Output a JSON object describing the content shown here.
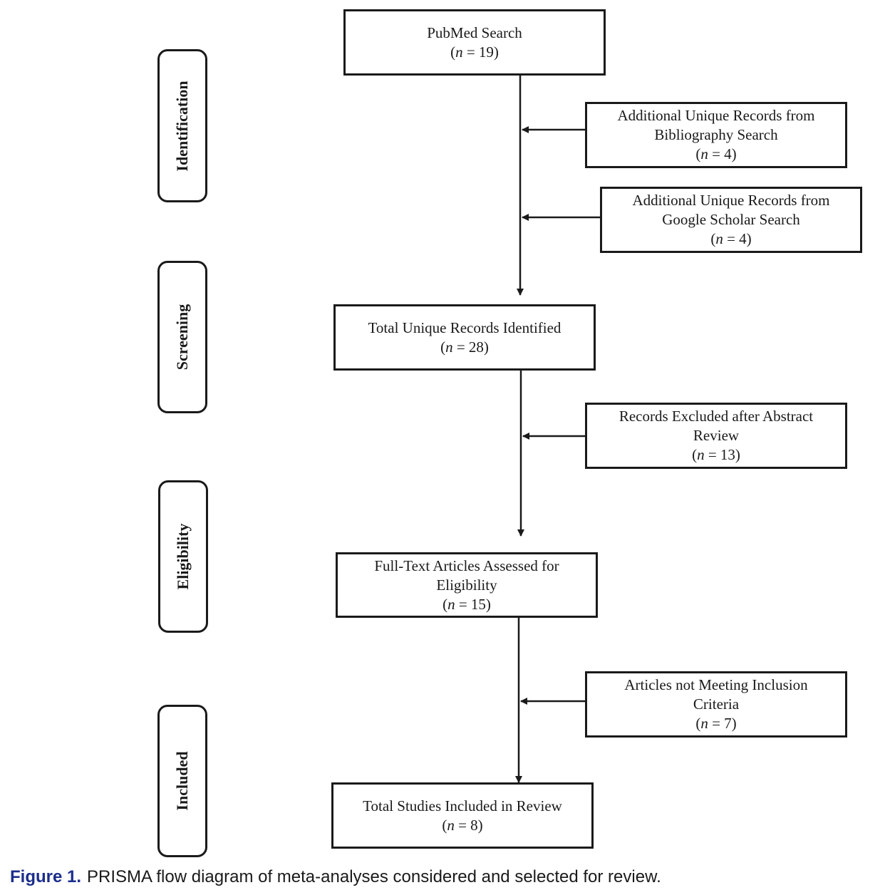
{
  "stages": [
    {
      "id": "identification",
      "label": "Identification"
    },
    {
      "id": "screening",
      "label": "Screening"
    },
    {
      "id": "eligibility",
      "label": "Eligibility"
    },
    {
      "id": "included",
      "label": "Included"
    }
  ],
  "boxes": {
    "pubmed": {
      "lines": [
        "PubMed Search"
      ],
      "n": "19"
    },
    "bibliography": {
      "lines": [
        "Additional Unique Records from",
        "Bibliography Search"
      ],
      "n": "4"
    },
    "scholar": {
      "lines": [
        "Additional Unique Records from",
        "Google Scholar Search"
      ],
      "n": "4"
    },
    "total_unique": {
      "lines": [
        "Total Unique Records Identified"
      ],
      "n": "28"
    },
    "excluded_abstract": {
      "lines": [
        "Records Excluded after Abstract",
        "Review"
      ],
      "n": "13"
    },
    "full_text": {
      "lines": [
        "Full-Text Articles Assessed for",
        "Eligibility"
      ],
      "n": "15"
    },
    "not_meeting": {
      "lines": [
        "Articles not Meeting Inclusion",
        "Criteria"
      ],
      "n": "7"
    },
    "included": {
      "lines": [
        "Total Studies Included in Review"
      ],
      "n": "8"
    }
  },
  "n_prefix": "n",
  "caption": {
    "label": "Figure 1.",
    "text": "PRISMA flow diagram of meta-analyses considered and selected for review."
  },
  "colors": {
    "stroke": "#1a1a1a",
    "caption_label": "#1c2e8c"
  }
}
